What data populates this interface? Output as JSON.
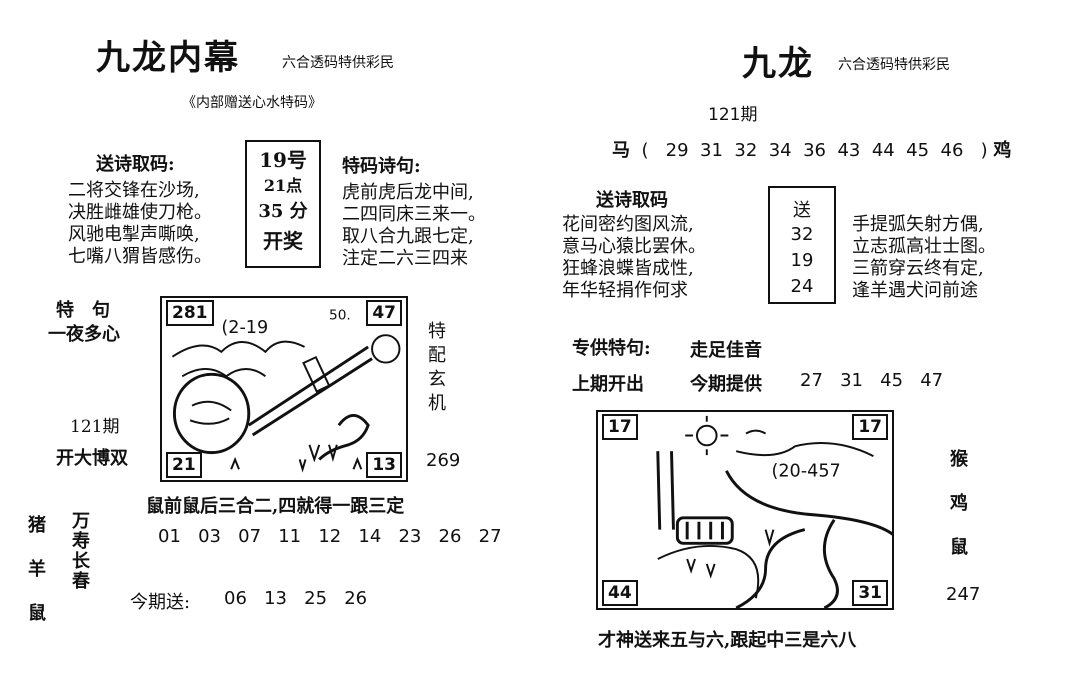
{
  "left": {
    "title": "九龙内幕",
    "tagline": "六合透码特供彩民",
    "subtitle": "《内部赠送心水特码》",
    "poem_label": "送诗取码:",
    "poem_lines": [
      "二将交锋在沙场,",
      "决胜雌雄使刀枪。",
      "风驰电掣声嘶唤,",
      "七嘴八猬皆感伤。"
    ],
    "draw_info": [
      "19号",
      "21点",
      "35 分",
      "开奖"
    ],
    "special_poem_label": "特码诗句:",
    "special_poem_lines": [
      "虎前虎后龙中间,",
      "二四同床三来一。",
      "取八合九跟七定,",
      "注定二六三四来"
    ],
    "special_phrase_label": "特　句",
    "special_phrase": "一夜多心",
    "issue": "121期",
    "bet_hint": "开大博双",
    "side_label": [
      "特",
      "配",
      "玄",
      "机"
    ],
    "side_number": "269",
    "image_corners": {
      "top_left": "281",
      "top_right": "47",
      "bottom_left": "21",
      "bottom_right": "13"
    },
    "image_sketch_text": "(2-19",
    "image_sketch_text2": "50.",
    "riddle": "鼠前鼠后三合二,四就得一跟三定",
    "numbers": [
      "01",
      "03",
      "07",
      "11",
      "12",
      "14",
      "23",
      "26",
      "27"
    ],
    "zodiac_column": [
      "猪",
      "羊",
      "鼠"
    ],
    "blessing": [
      "万",
      "寿",
      "长",
      "春"
    ],
    "today_label": "今期送:",
    "today_numbers": [
      "06",
      "13",
      "25",
      "26"
    ]
  },
  "right": {
    "title": "九龙",
    "tagline": "六合透码特供彩民",
    "issue": "121期",
    "zodiac_start": "马",
    "zodiac_end": "鸡",
    "numbers": [
      "29",
      "31",
      "32",
      "34",
      "36",
      "43",
      "44",
      "45",
      "46"
    ],
    "poem_label": "送诗取码",
    "poem_lines": [
      "花间密约图风流,",
      "意马心猿比罢休。",
      "狂蜂浪蝶皆成性,",
      "年华轻捐作何求"
    ],
    "send_label": "送",
    "send_numbers": [
      "32",
      "19",
      "24"
    ],
    "poem2_lines": [
      "手提弧矢射方偶,",
      "立志孤高壮士图。",
      "三箭穿云终有定,",
      "逢羊遇犬问前途"
    ],
    "special_label": "专供特句:",
    "special_text": "走足佳音",
    "last_label": "上期开出",
    "offer_label": "今期提供",
    "offer_numbers": [
      "27",
      "31",
      "45",
      "47"
    ],
    "image_corners": {
      "top_left": "17",
      "top_right": "17",
      "bottom_left": "44",
      "bottom_right": "31"
    },
    "image_sketch_text": "(20-457",
    "zodiac_column": [
      "猴",
      "鸡",
      "鼠"
    ],
    "side_number": "247",
    "footer": "才神送来五与六,跟起中三是六八"
  }
}
